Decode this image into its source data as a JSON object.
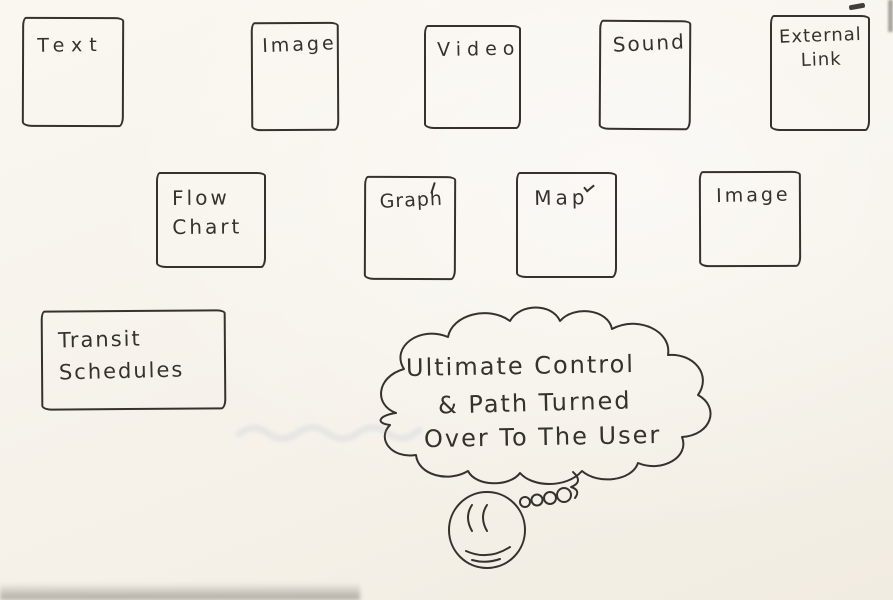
{
  "page": {
    "paper_color": "#f8f5ee",
    "ink_color": "#35312c"
  },
  "top_row": [
    {
      "label": "Text"
    },
    {
      "label": "Image"
    },
    {
      "label": "Video"
    },
    {
      "label": "Sound"
    },
    {
      "label": "External Link"
    }
  ],
  "middle_row": [
    {
      "label": "Flow Chart"
    },
    {
      "label": "Graph"
    },
    {
      "label": "Map"
    },
    {
      "label": "Image"
    }
  ],
  "transit_box": {
    "label": "Transit Schedules"
  },
  "cloud": {
    "lines": [
      "Ultimate Control",
      "& Path Turned",
      "Over To The User"
    ]
  }
}
